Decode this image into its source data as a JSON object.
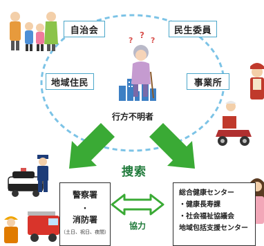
{
  "center": {
    "caption": "行方不明者"
  },
  "boxes": {
    "jichikai": "自治会",
    "chiiki_jumin": "地域住民",
    "minsei_iin": "民生委員",
    "jigyosho": "事業所"
  },
  "search_label": "捜索",
  "cooperation_label": "協力",
  "police_box": {
    "line1": "警察署",
    "line2": "・",
    "line3": "消防署",
    "line4": "（土日、祝日、夜間）"
  },
  "center_box": {
    "line1": "総合健康センター",
    "line2": "・健康長寿課",
    "line3": "・社会福祉協議会",
    "line4": "地域包括支援センター"
  },
  "colors": {
    "dashed_circle": "#7cc3e6",
    "arrow_green": "#3aaa35",
    "box_border": "#4aa6c9",
    "city_blue": "#3d7fc4",
    "label_green": "#1f7a3a"
  }
}
